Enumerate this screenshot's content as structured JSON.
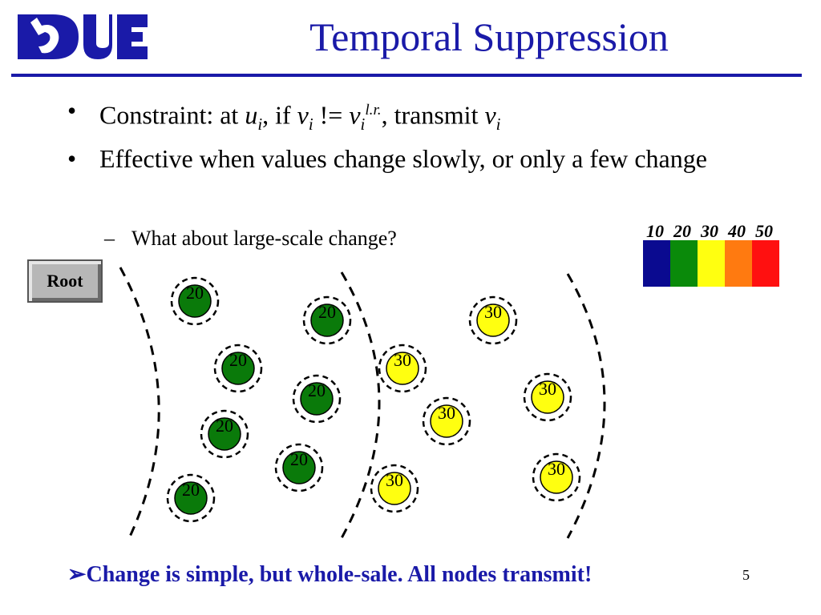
{
  "logo": {
    "label": "Duke logo"
  },
  "title": "Temporal Suppression",
  "bullets": {
    "b1": {
      "pre": "Constraint: at ",
      "u": "u",
      "u_sub": "i",
      "mid": ", if ",
      "v1": "v",
      "v1_sub": "i",
      "op": " != ",
      "v2": "v",
      "v2_sub": "i",
      "v2_sup": "l.r.",
      "post": ", transmit ",
      "v3": "v",
      "v3_sub": "i"
    },
    "b2": "Effective when values change slowly, or only a few change",
    "sub1": "What about large-scale change?"
  },
  "root_label": "Root",
  "legend": {
    "labels": [
      "10",
      "20",
      "30",
      "40",
      "50"
    ],
    "colors": [
      "#0a0a90",
      "#0a8a0a",
      "#ffff10",
      "#ff7a10",
      "#ff1010"
    ]
  },
  "diagram": {
    "colors": {
      "green": "#0a7a0a",
      "yellow": "#ffff10"
    },
    "nodes": [
      {
        "label": "20",
        "color": "green"
      },
      {
        "label": "20",
        "color": "green"
      },
      {
        "label": "20",
        "color": "green"
      },
      {
        "label": "20",
        "color": "green"
      },
      {
        "label": "20",
        "color": "green"
      },
      {
        "label": "20",
        "color": "green"
      },
      {
        "label": "20",
        "color": "green"
      },
      {
        "label": "30",
        "color": "yellow"
      },
      {
        "label": "30",
        "color": "yellow"
      },
      {
        "label": "30",
        "color": "yellow"
      },
      {
        "label": "30",
        "color": "yellow"
      },
      {
        "label": "30",
        "color": "yellow"
      },
      {
        "label": "30",
        "color": "yellow"
      }
    ]
  },
  "footer": "Change is simple, but whole-sale.   All nodes transmit!",
  "page_number": "5"
}
